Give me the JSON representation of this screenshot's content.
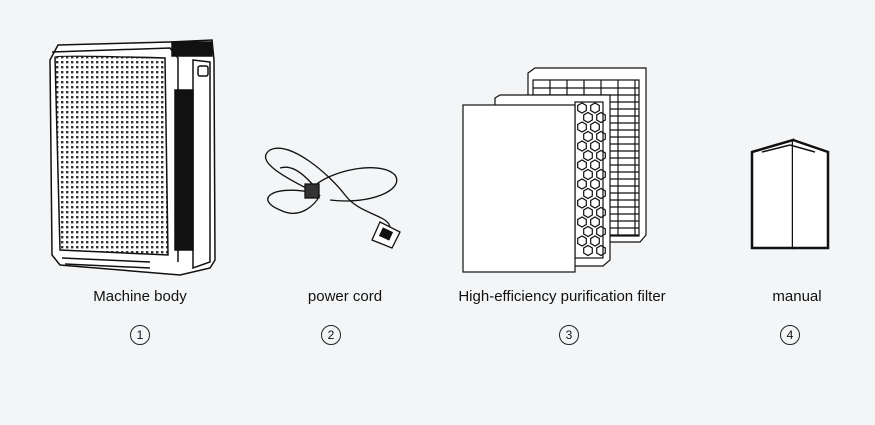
{
  "items": [
    {
      "label": "Machine body",
      "number": "1"
    },
    {
      "label": "power cord",
      "number": "2"
    },
    {
      "label": "High-efficiency purification filter",
      "number": "3"
    },
    {
      "label": "manual",
      "number": "4"
    }
  ]
}
